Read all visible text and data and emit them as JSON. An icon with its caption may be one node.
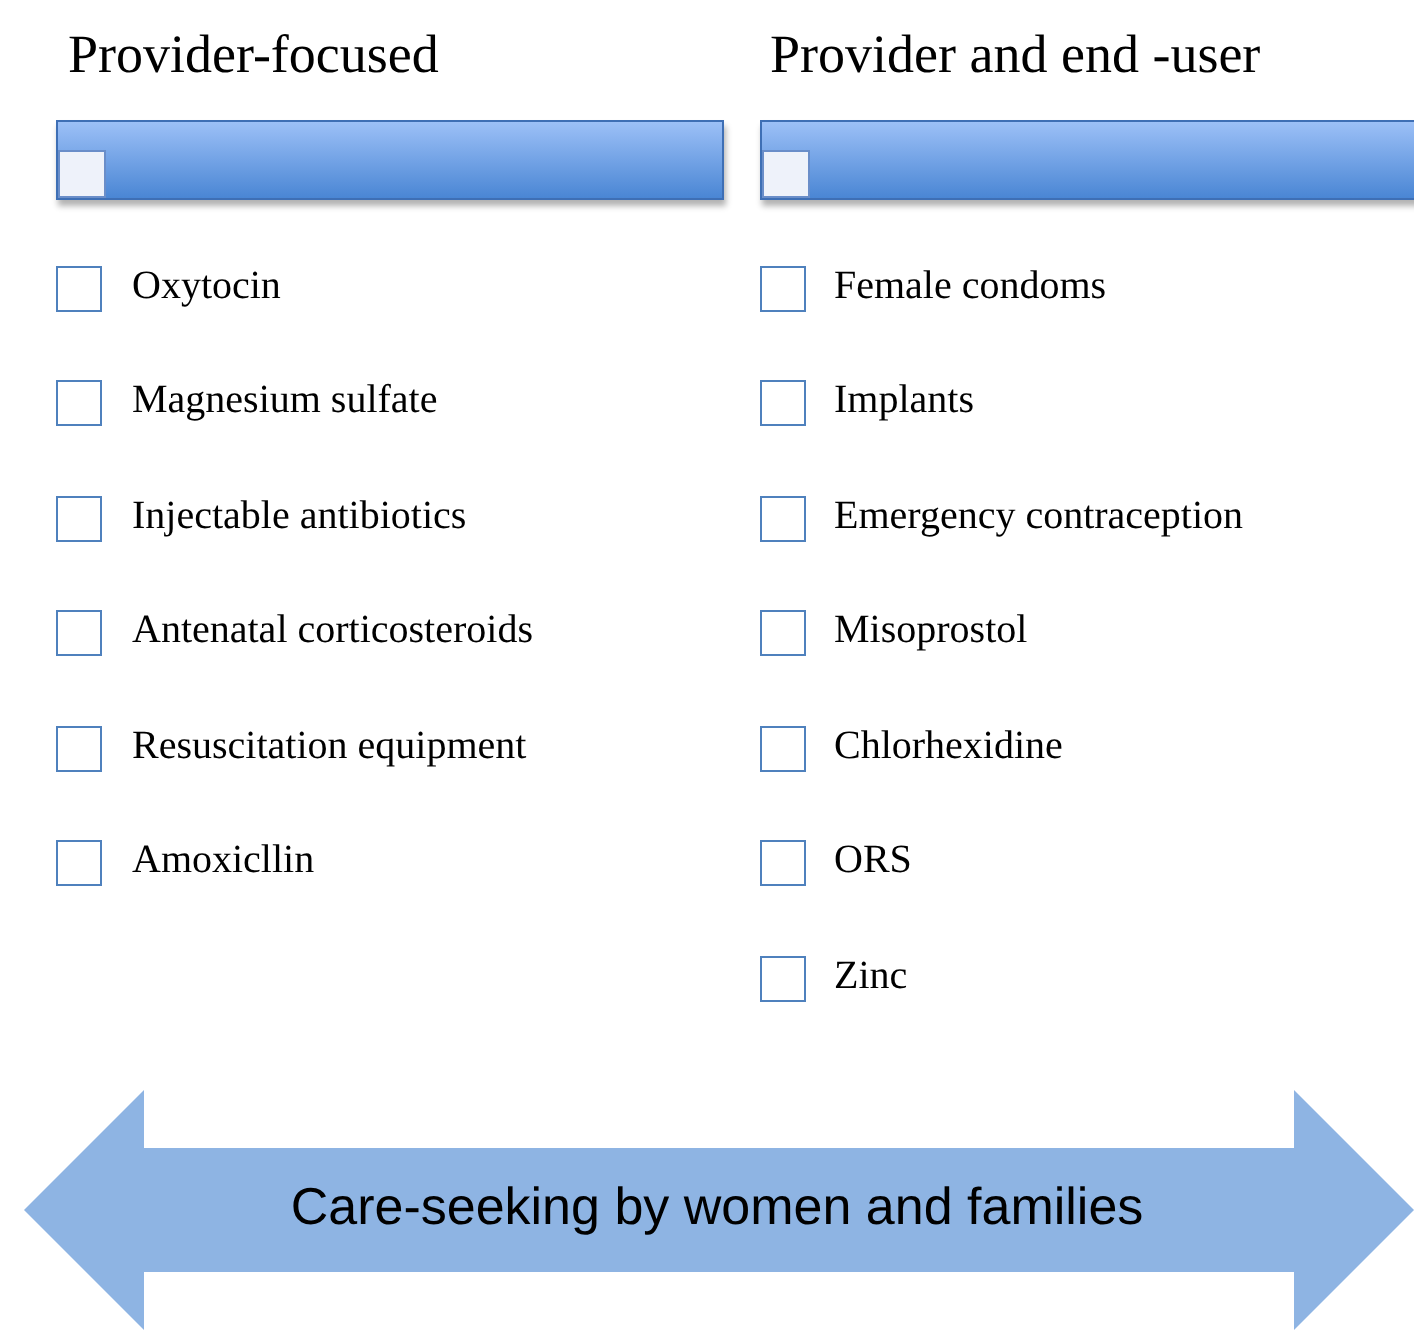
{
  "diagram": {
    "nodes": [
      {
        "text": [
          "Care-seeking by women and families"
        ]
      }
    ],
    "labels": [
      "Provider-focused",
      "Oxytocin",
      "Magnesium sulfate",
      "Injectable antibiotics",
      "Antenatal corticosteroids",
      "Resuscitation equipment",
      "Amoxicllin",
      "Provider and end -user",
      "Female condoms",
      "Implants",
      "Emergency contraception",
      "Misoprostol",
      "Chlorhexidine",
      "ORS",
      "Zinc"
    ]
  }
}
